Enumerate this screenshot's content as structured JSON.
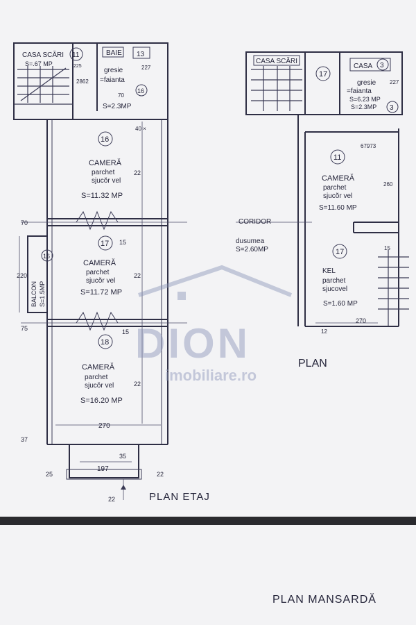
{
  "etaj": {
    "casa_scari": {
      "label": "CASA SCĂRI",
      "num": "11",
      "area": "S=.67 MP",
      "dim": "225"
    },
    "baie": {
      "label": "BAIE",
      "num": "13",
      "gresie": "gresie",
      "faianta": "=faianta",
      "num2": "16",
      "area": "S=2.3MP",
      "dim_left": "2862",
      "dim_right": "227",
      "dim_70": "70"
    },
    "room1": {
      "num": "16",
      "label": "CAMERĂ",
      "floor1": "parchet",
      "floor2": "sjucŏr vel",
      "area": "S=11.32 MP",
      "dim": "22",
      "dim_top": "40 ×"
    },
    "room2": {
      "num": "17",
      "label": "CAMERĂ",
      "floor1": "parchet",
      "floor2": "sjucŏr vel",
      "area": "S=11.72 MP",
      "dim": "22",
      "dim_15": "15"
    },
    "balcon": {
      "num": "16",
      "label": "BALCON",
      "area": "S=1.5MP",
      "dim": "220"
    },
    "room3": {
      "num": "18",
      "label": "CAMERĂ",
      "floor1": "parchet",
      "floor2": "sjucŏr vel",
      "area": "S=16.20 MP",
      "dim": "22",
      "dim_15": "15"
    },
    "dims": {
      "d70": "70",
      "d75": "75",
      "d270": "270",
      "d37": "37",
      "d35": "35",
      "d25": "25",
      "d197": "197",
      "d22a": "22",
      "d22b": "22"
    },
    "title": "PLAN ETAJ"
  },
  "mansarda": {
    "casa_scari": {
      "label": "CASA SCĂRI",
      "num": "17"
    },
    "casa": {
      "label": "CASA",
      "num": "3",
      "gresie": "gresie",
      "faianta": "=faianta",
      "area1": "S=6.23 MP",
      "area2": "S=2.3MP",
      "num2": "3",
      "dim": "227"
    },
    "room": {
      "num": "11",
      "label": "CAMERĂ",
      "floor1": "parchet",
      "floor2": "sjucŏr vel",
      "area": "S=11.60 MP",
      "dim_top": "67973",
      "dim_side": "260"
    },
    "coridor": {
      "label": "CORIDOR",
      "floor": "dusumea",
      "area": "S=2.60MP"
    },
    "kel": {
      "num": "17",
      "label": "KEL",
      "floor1": "parchet",
      "floor2": "sjucovel",
      "area": "S=1.60 MP",
      "dim": "270",
      "dim_15": "15",
      "dim_12": "12"
    },
    "plan_label": "PLAN",
    "title": "PLAN MANSARDĂ"
  },
  "watermark": {
    "brand": "DION",
    "sub": "imobiliare.ro"
  }
}
